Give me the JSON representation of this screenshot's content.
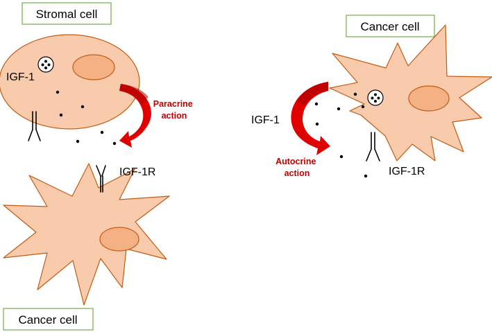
{
  "labels": {
    "stromal_cell": "Stromal cell",
    "cancer_cell_top": "Cancer cell",
    "cancer_cell_bottom": "Cancer cell",
    "igf1_left": "IGF-1",
    "igf1_right": "IGF-1",
    "igf1r_left": "IGF-1R",
    "igf1r_right": "IGF-1R",
    "paracrine_line1": "Paracrine",
    "paracrine_line2": "action",
    "autocrine_line1": "Autocrine",
    "autocrine_line2": "action"
  },
  "colors": {
    "cell_fill": "#f8cbad",
    "cell_stroke": "#c55a11",
    "nucleus_fill": "#f4b183",
    "label_box_border": "#70ad47",
    "arrow_red": "#e00000",
    "arrow_text": "#c00000",
    "dot": "#000000"
  },
  "icons": {
    "receptor": "y-shaped-receptor-icon",
    "vesicle": "granule-vesicle-icon",
    "ligand": "ligand-dot"
  }
}
